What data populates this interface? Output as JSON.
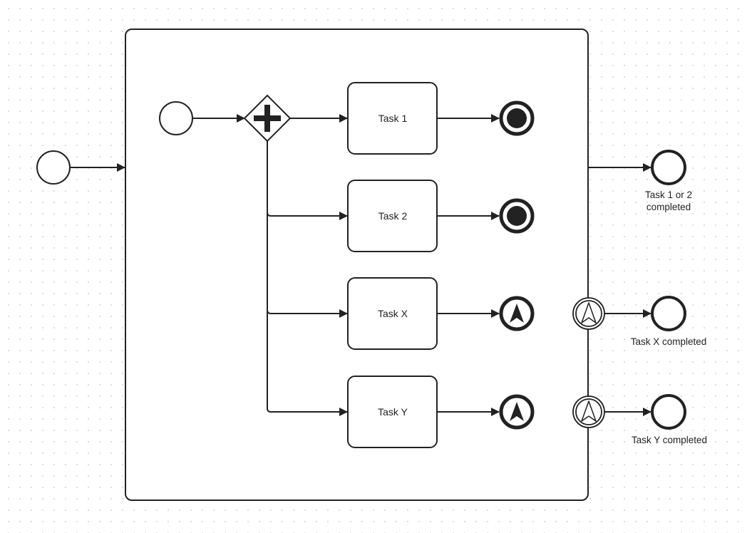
{
  "diagram": {
    "tasks": {
      "task1": "Task 1",
      "task2": "Task 2",
      "taskx": "Task X",
      "tasky": "Task Y"
    },
    "outer_end_events": {
      "e12": "Task 1 or 2\ncompleted",
      "ex": "Task X completed",
      "ey": "Task Y completed"
    },
    "colors": {
      "stroke": "#222222",
      "fill": "#ffffff",
      "grid_dot": "#d6d6d6"
    }
  }
}
